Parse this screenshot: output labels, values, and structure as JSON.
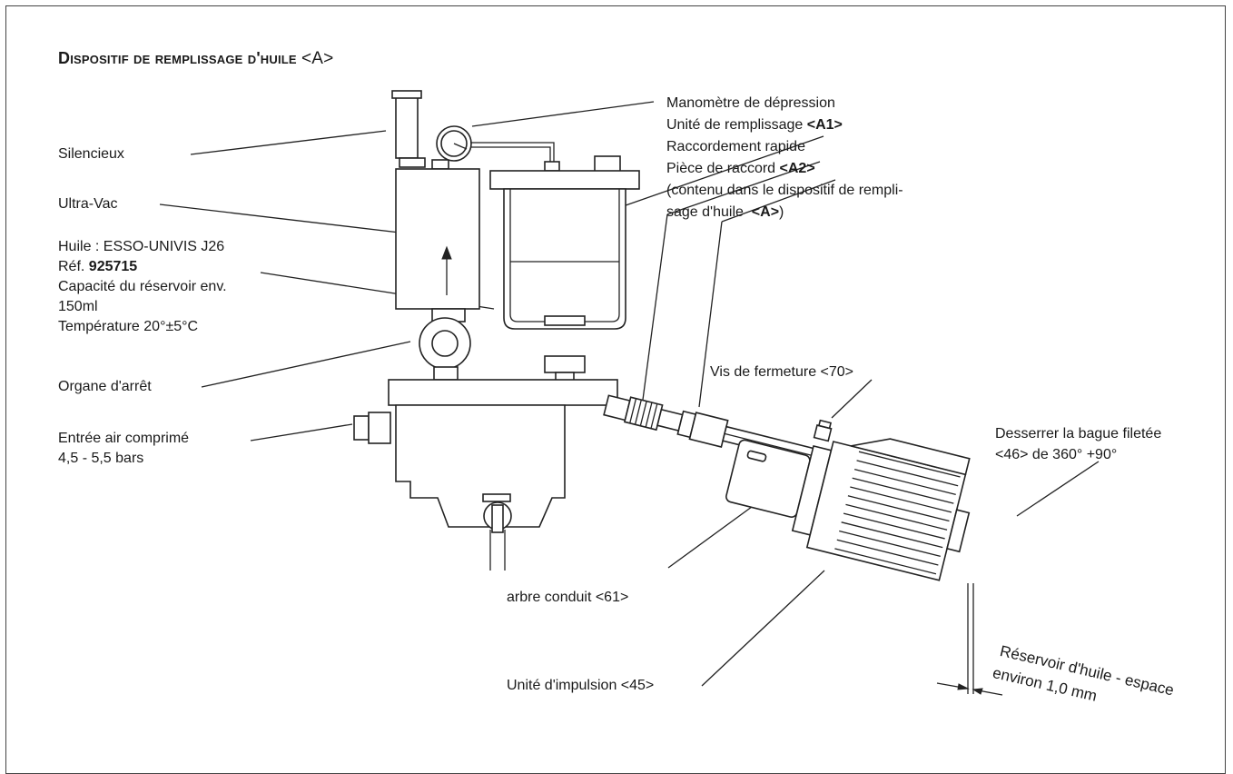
{
  "title": {
    "main": "Dispositif de remplissage d'huile",
    "tag": "<A>"
  },
  "left_labels": {
    "silencieux": "Silencieux",
    "ultravac": "Ultra-Vac",
    "huile_l1": "Huile : ESSO-UNIVIS J26",
    "ref_prefix": "Réf.",
    "ref_number": "925715",
    "capacite_l1": "Capacité du réservoir env.",
    "capacite_l2": "150ml",
    "temperature": "Température 20°±5°C",
    "organe": "Organe d'arrêt",
    "entree_l1": "Entrée air comprimé",
    "entree_l2": "4,5 - 5,5 bars"
  },
  "right_labels": {
    "manometre": "Manomètre de dépression",
    "unite_rempl": "Unité de remplissage",
    "unite_rempl_tag": "<A1>",
    "raccordement": "Raccordement rapide",
    "piece": "Pièce de raccord",
    "piece_tag": "<A2>",
    "contenu_l1": "(contenu dans le dispositif de rempli-",
    "contenu_l2_a": "sage d'huile",
    "contenu_l2_tag": "<A>",
    "contenu_l2_b": ")",
    "vis": "Vis de fermeture <70>",
    "desserrer_l1": "Desserrer la bague filetée",
    "desserrer_l2": "<46> de 360° +90°"
  },
  "bottom_labels": {
    "arbre": "arbre conduit <61>",
    "unite_impulsion": "Unité d'impulsion <45>",
    "reservoir_l1": "Réservoir d'huile - espace",
    "reservoir_l2": "environ 1,0 mm"
  },
  "colors": {
    "line": "#222222",
    "frame": "#444444",
    "background": "#ffffff"
  }
}
